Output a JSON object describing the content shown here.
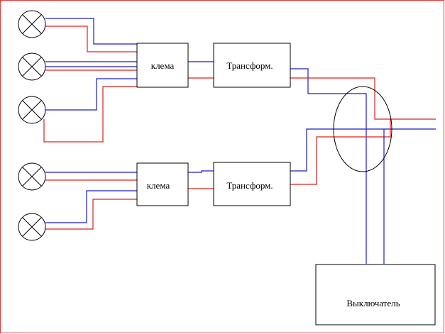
{
  "colors": {
    "border": "#e53935",
    "wire_blue": "#1a1acc",
    "wire_red": "#e0201a",
    "outline": "#000000"
  },
  "diagram": {
    "blocks": {
      "terminal_top": "клема",
      "terminal_bottom": "клема",
      "transformer_top": "Трансформ.",
      "transformer_bottom": "Трансформ.",
      "switch": "Выключатель"
    },
    "lamp_icon": "lamp-cross-icon",
    "lamps_top_group": 3,
    "lamps_bottom_group": 2
  }
}
